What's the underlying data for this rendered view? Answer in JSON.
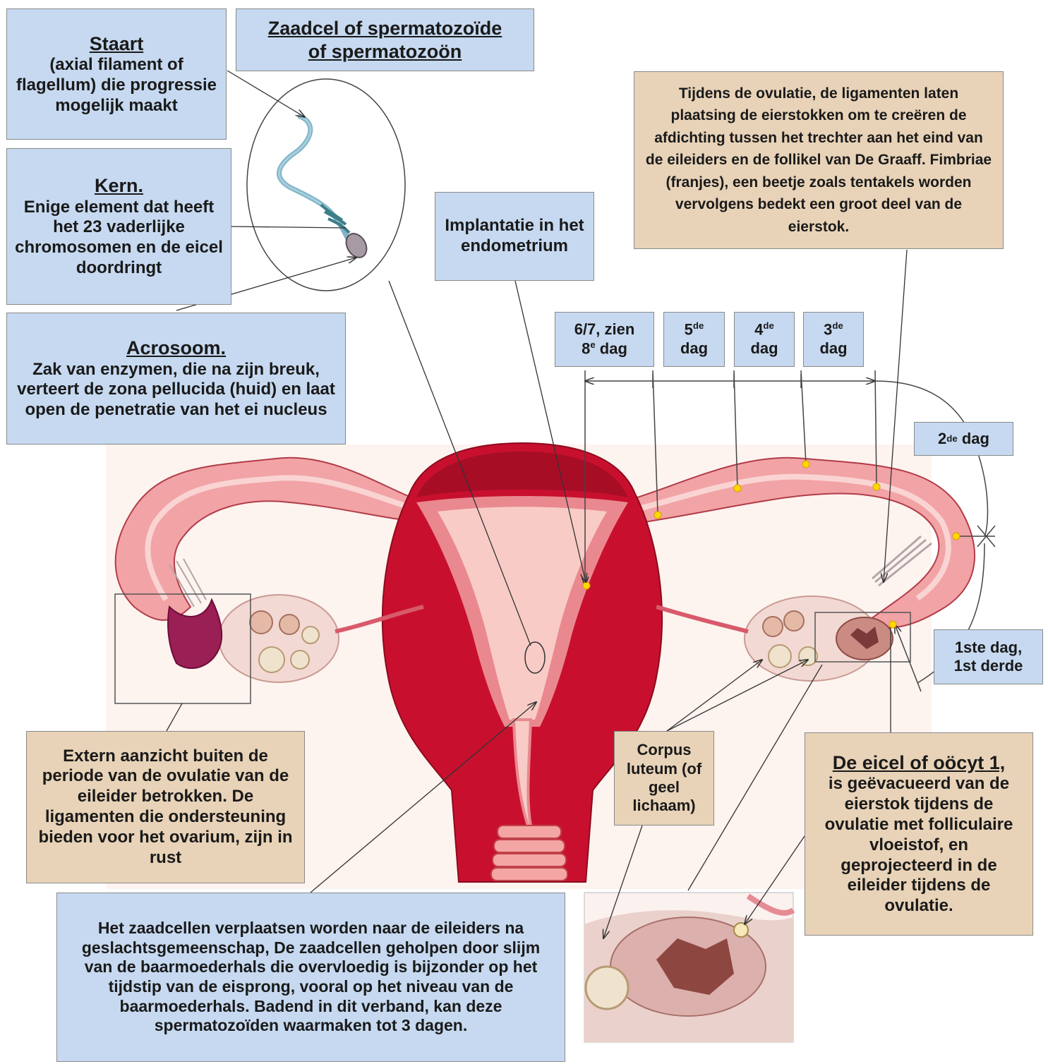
{
  "staart": {
    "title": "Staart",
    "body": "(axial filament of flagellum) die progressie mogelijk maakt"
  },
  "zaadcel": {
    "line1": "Zaadcel of spermatozoïde",
    "line2": "of spermatozoön"
  },
  "kern": {
    "title": "Kern.",
    "body": "Enige element dat heeft het 23 vaderlijke chromosomen en de eicel doordringt"
  },
  "acrosoom": {
    "title": "Acrosoom.",
    "body": "Zak van enzymen, die na zijn breuk, verteert de zona pellucida (huid) en laat open de penetratie van het ei nucleus"
  },
  "implantatie": {
    "text": "Implantatie in het endometrium"
  },
  "ovulatie": {
    "text": "Tijdens de ovulatie,  de ligamenten laten plaatsing de eierstokken om te creëren de afdichting tussen het trechter aan het eind van de eileiders en de follikel van De Graaff. Fimbriae (franjes), een beetje zoals tentakels worden vervolgens bedekt een groot deel van de eierstok."
  },
  "days": {
    "d6_line1": "6/7, zien",
    "d6_num": "8",
    "d6_sup": "e",
    "d6_word": "dag",
    "d5_num": "5",
    "d5_sup": "de",
    "d5_word": "dag",
    "d4_num": "4",
    "d4_sup": "de",
    "d4_word": "dag",
    "d3_num": "3",
    "d3_sup": "de",
    "d3_word": "dag",
    "d2_num": "2",
    "d2_sup": "de",
    "d2_word": "dag",
    "d1_line1": "1ste dag,",
    "d1_line2": "1st derde"
  },
  "extern": {
    "text": "Extern aanzicht buiten de periode van de ovulatie van de eileider betrokken. De ligamenten die ondersteuning bieden voor het ovarium, zijn in rust"
  },
  "corpus": {
    "text": "Corpus luteum (of geel lichaam)"
  },
  "eicel": {
    "title": "De eicel of oöcyt 1,",
    "body": "is geëvacueerd van de eierstok tijdens de ovulatie met folliculaire vloeistof, en geprojecteerd in de eileider tijdens de ovulatie."
  },
  "zaadcellen": {
    "text": "Het zaadcellen verplaatsen worden naar de eileiders na geslachtsgemeenschap, De zaadcellen geholpen door slijm van de baarmoederhals die overvloedig is bijzonder op het tijdstip van de eisprong, vooral op het niveau van de baarmoederhals. Badend in dit verband, kan deze spermatozoïden waarmaken tot 3 dagen."
  },
  "colors": {
    "blue_box": "#c6d9f0",
    "tan_box": "#e8d3b8",
    "uterus_wall": "#c8102e",
    "uterus_inner": "#f7c6c0",
    "tube_pink": "#f4a9a8",
    "ovary": "#f3d9d3",
    "fimbria": "#8b1a4a",
    "marker": "#ffd700"
  }
}
